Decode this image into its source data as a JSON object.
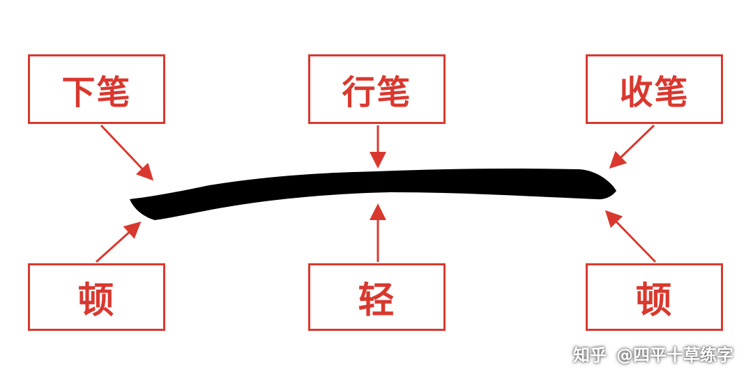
{
  "diagram": {
    "top_labels": {
      "left": "下笔",
      "center": "行笔",
      "right": "收笔"
    },
    "bottom_labels": {
      "left": "顿",
      "center": "轻",
      "right": "顿"
    }
  },
  "watermark": {
    "brand": "知乎",
    "author": "@四平十草练字"
  },
  "colors": {
    "accent": "#d9382f",
    "stroke": "#000000",
    "background": "#ffffff"
  }
}
